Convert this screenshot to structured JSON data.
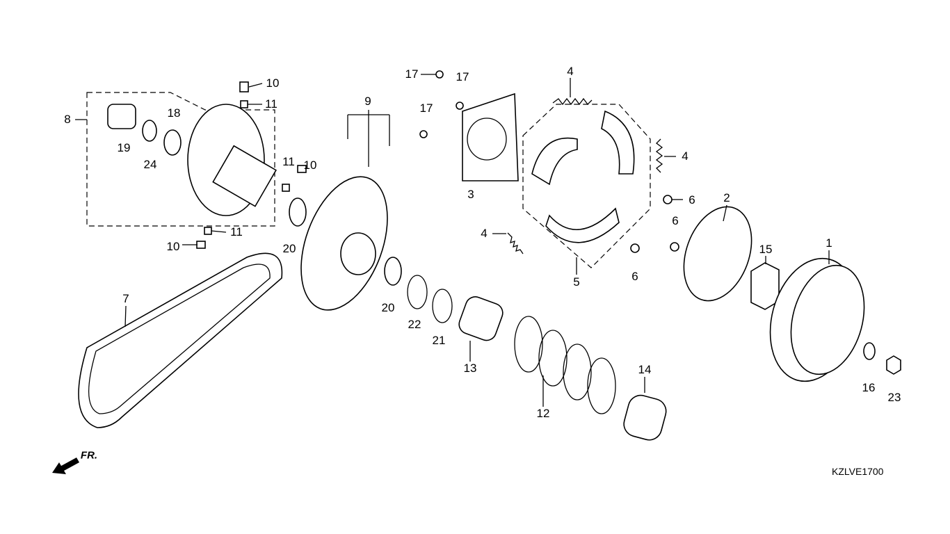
{
  "diagram": {
    "callouts": [
      "10",
      "11",
      "8",
      "18",
      "19",
      "24",
      "11",
      "10",
      "11",
      "10",
      "20",
      "9",
      "17",
      "17",
      "17",
      "3",
      "4",
      "4",
      "4",
      "6",
      "6",
      "6",
      "5",
      "2",
      "15",
      "1",
      "20",
      "22",
      "21",
      "13",
      "7",
      "12",
      "14",
      "16",
      "23"
    ],
    "direction_label": "FR.",
    "diagram_code": "KZLVE1700"
  }
}
